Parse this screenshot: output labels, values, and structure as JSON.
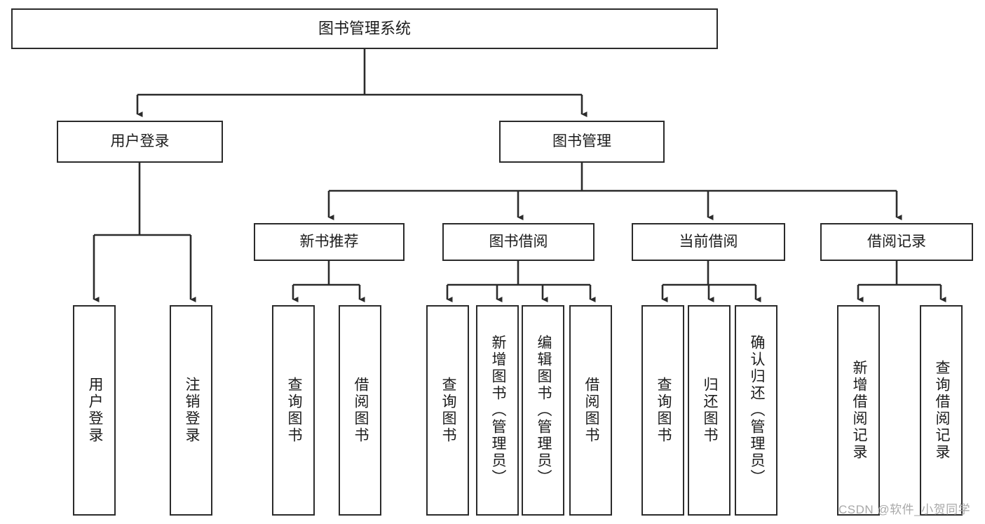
{
  "diagram": {
    "title": "图书管理系统",
    "type": "hierarchy-tree",
    "watermark": "CSDN @软件_小贺同学",
    "colors": {
      "box_border": "#2b2b2b",
      "box_fill": "#ffffff",
      "edge": "#2b2b2b",
      "text": "#1c1c1c",
      "watermark": "#a9a9a9"
    },
    "root": {
      "label": "图书管理系统"
    },
    "level2": [
      {
        "label": "用户登录"
      },
      {
        "label": "图书管理"
      }
    ],
    "level3": [
      {
        "label": "新书推荐"
      },
      {
        "label": "图书借阅"
      },
      {
        "label": "当前借阅"
      },
      {
        "label": "借阅记录"
      }
    ],
    "leaves": {
      "user_login": [
        {
          "label": "用户登录"
        },
        {
          "label": "注销登录"
        }
      ],
      "new_book": [
        {
          "label": "查询图书"
        },
        {
          "label": "借阅图书"
        }
      ],
      "book_borrow": [
        {
          "label": "查询图书"
        },
        {
          "label": "新增图书（管理员）"
        },
        {
          "label": "编辑图书（管理员）"
        },
        {
          "label": "借阅图书"
        }
      ],
      "current_borrow": [
        {
          "label": "查询图书"
        },
        {
          "label": "归还图书"
        },
        {
          "label": "确认归还（管理员）"
        }
      ],
      "borrow_record": [
        {
          "label": "新增借阅记录"
        },
        {
          "label": "查询借阅记录"
        }
      ]
    }
  }
}
